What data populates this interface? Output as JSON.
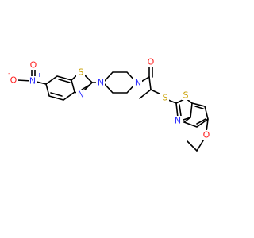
{
  "structure": {
    "name": "",
    "atom_labels": {
      "o_minus": "O",
      "o_minus_charge": "-",
      "n_plus": "N",
      "n_plus_charge": "+",
      "o_nitro": "O",
      "s_left": "S",
      "n_left_ring": "N",
      "n_pip_left": "N",
      "n_pip_right": "N",
      "o_carbonyl": "O",
      "s_thioether": "S",
      "s_right_ring": "S",
      "n_right_ring": "N",
      "o_ether": "O"
    },
    "colors": {
      "bond": "#000000",
      "nitrogen": "#3030ff",
      "oxygen": "#ff2020",
      "sulfur": "#c8a000"
    }
  }
}
